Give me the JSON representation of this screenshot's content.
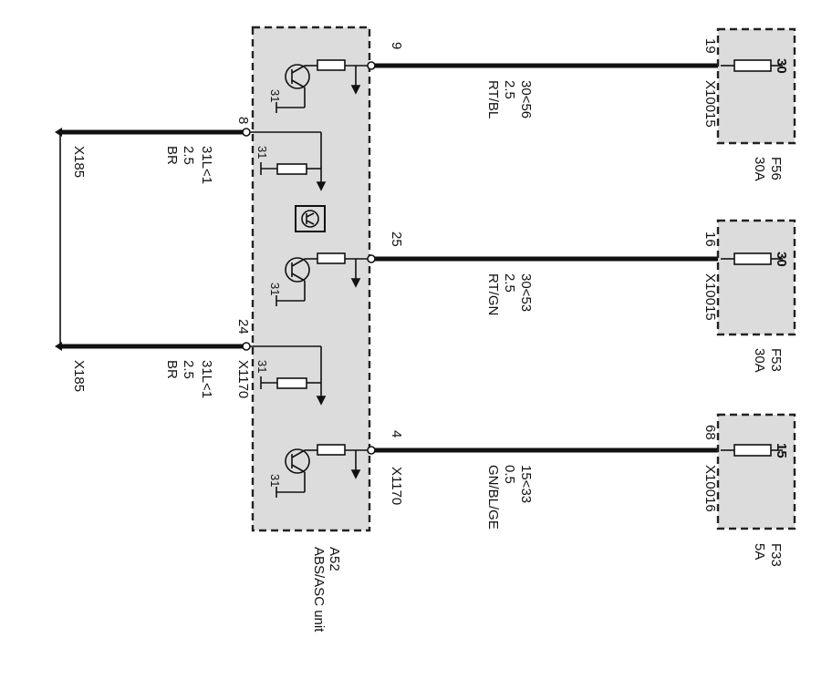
{
  "module": {
    "code": "A52",
    "name": "ABS/ASC unit"
  },
  "left_wires": [
    {
      "pin": "8",
      "connector": "X185",
      "signal": "31L<1",
      "size": "2.5",
      "color": "BR"
    },
    {
      "pin": "24",
      "connector": "X185",
      "signal": "31L<1",
      "size": "2.5",
      "color": "BR",
      "module_connector": "X1170"
    }
  ],
  "ground_label": "31",
  "right_wires": [
    {
      "pin": "9",
      "signal": "30<56",
      "size": "2.5",
      "color": "RT/BL",
      "fuse_pin": "19",
      "fuse_connector": "X10015",
      "fuse_terminal": "30",
      "fuse": "F56",
      "rating": "30A"
    },
    {
      "pin": "25",
      "signal": "30<53",
      "size": "2.5",
      "color": "RT/GN",
      "fuse_pin": "16",
      "fuse_connector": "X10015",
      "fuse_terminal": "30",
      "fuse": "F53",
      "rating": "30A"
    },
    {
      "pin": "4",
      "module_connector": "X1170",
      "signal": "15<33",
      "size": "0.5",
      "color": "GN/BL/GE",
      "fuse_pin": "68",
      "fuse_connector": "X10016",
      "fuse_terminal": "15",
      "fuse": "F33",
      "rating": "5A"
    }
  ]
}
